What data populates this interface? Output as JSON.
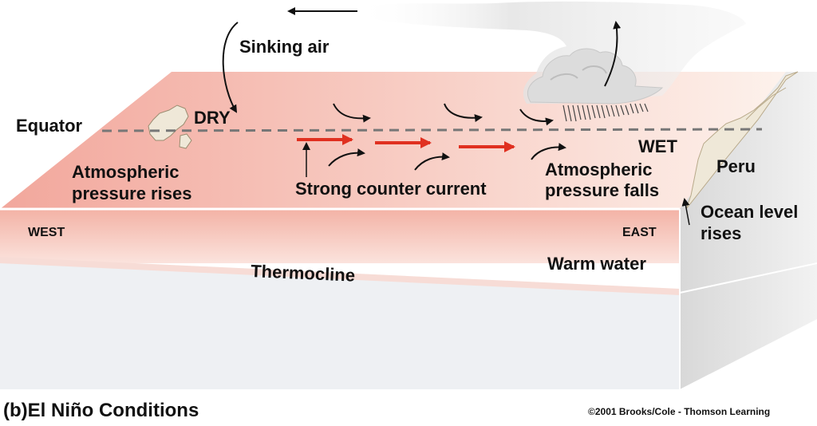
{
  "labels": {
    "sinking_air": "Sinking air",
    "equator": "Equator",
    "dry": "DRY",
    "wet": "WET",
    "atm_rises_1": "Atmospheric",
    "atm_rises_2": "pressure rises",
    "counter_current": "Strong counter current",
    "atm_falls_1": "Atmospheric",
    "atm_falls_2": "pressure falls",
    "peru": "Peru",
    "ocean_level_1": "Ocean level",
    "ocean_level_2": "rises",
    "west": "WEST",
    "east": "EAST",
    "warm_water": "Warm water",
    "thermocline": "Thermocline"
  },
  "caption": "(b)El Niño Conditions",
  "copyright": "©2001 Brooks/Cole - Thomson Learning",
  "colors": {
    "current_arrow": "#e03020",
    "ocean_top_west": "#f2a79c",
    "ocean_top_east": "#fdf0ea",
    "warm_layer": "#f6c0b4",
    "deep_water": "#eef0f3",
    "side_face": "#e4e4e4",
    "land": "#efe8d8"
  }
}
